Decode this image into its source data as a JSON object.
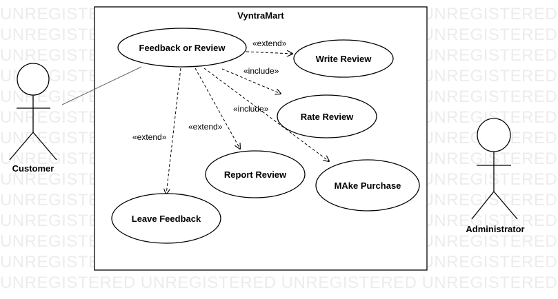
{
  "watermark": {
    "text": "UNREGISTERED UNREGISTERED UNREGISTERED UNREGISTERED UNREGISTERED"
  },
  "system": {
    "title": "VyntraMart"
  },
  "actors": {
    "customer": "Customer",
    "administrator": "Administrator"
  },
  "use_cases": {
    "feedback_or_review": "Feedback or Review",
    "write_review": "Write Review",
    "rate_review": "Rate Review",
    "report_review": "Report Review",
    "make_purchase": "MAke Purchase",
    "leave_feedback": "Leave Feedback"
  },
  "relations": {
    "extend_write": "«extend»",
    "include_rate": "«include»",
    "include_purchase": "«include»",
    "extend_report": "«extend»",
    "extend_leave": "«extend»"
  }
}
